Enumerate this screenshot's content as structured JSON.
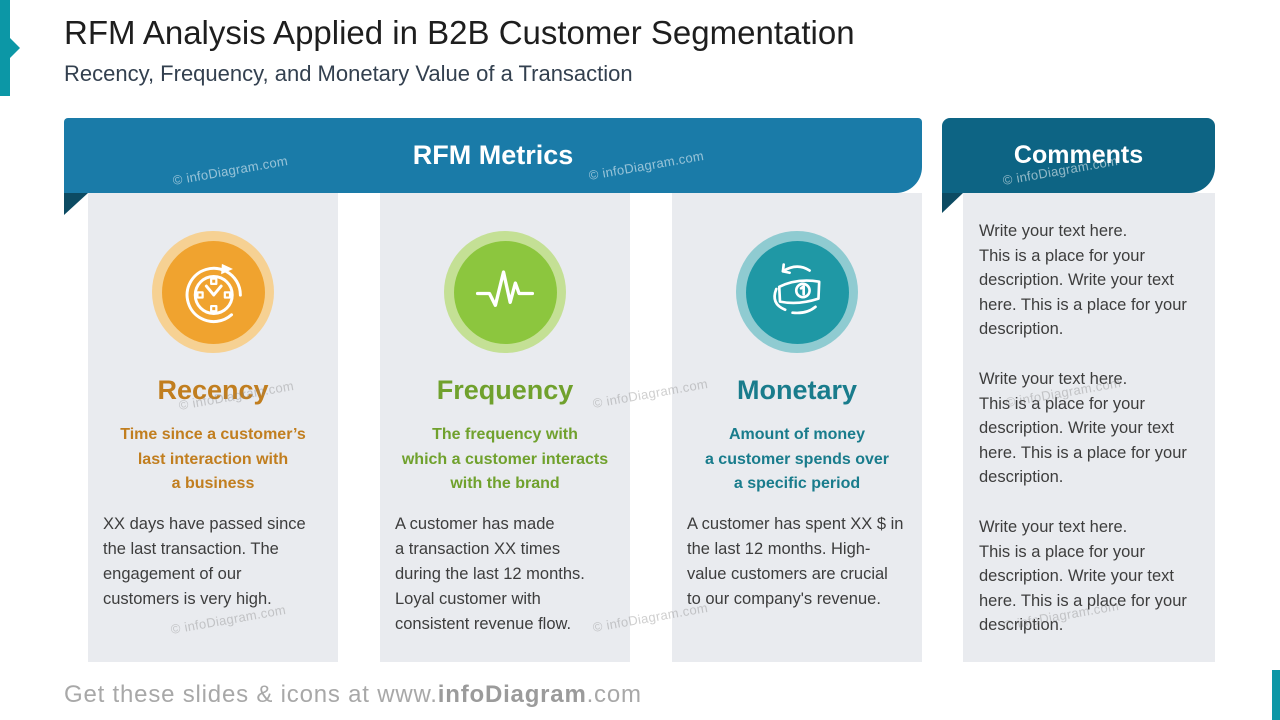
{
  "slide": {
    "title": "RFM Analysis Applied in B2B Customer Segmentation",
    "subtitle": "Recency, Frequency, and Monetary Value of a Transaction",
    "watermark": "© infoDiagram.com",
    "footer": {
      "prefix": "Get these slides & icons at www.",
      "brand": "infoDiagram",
      "suffix": ".com"
    }
  },
  "metrics": {
    "header": "RFM Metrics",
    "columns": [
      {
        "name": "Recency",
        "icon": "clock-history-icon",
        "circle_color": "#F0A32F",
        "ring_color": "#F6D193",
        "text_color": "#C17E1F",
        "heading": "Recency",
        "tagline": "Time since a customer’s\nlast interaction with\na business",
        "body": "XX days have passed since\nthe last transaction. The\nengagement of our\ncustomers is very high."
      },
      {
        "name": "Frequency",
        "icon": "pulse-icon",
        "circle_color": "#8CC63E",
        "ring_color": "#C4E095",
        "text_color": "#70A12D",
        "heading": "Frequency",
        "tagline": "The frequency with\nwhich a customer interacts\nwith the brand",
        "body": "A customer has made\na transaction XX times\nduring the last 12 months.\nLoyal customer with\nconsistent revenue flow."
      },
      {
        "name": "Monetary",
        "icon": "money-circulation-icon",
        "circle_color": "#1F98A5",
        "ring_color": "#8FCBD1",
        "text_color": "#197C8C",
        "heading": "Monetary",
        "tagline": "Amount of money\na customer spends over\na specific period",
        "body": "A customer has spent XX $ in\nthe last 12 months. High-\nvalue customers are crucial\nto our company's revenue."
      }
    ]
  },
  "comments": {
    "header": "Comments",
    "paragraphs": [
      "Write your text here.\nThis is a place for your\ndescription. Write your text\nhere. This is a place for your\ndescription.",
      "Write your text here.\nThis is a place for your\ndescription. Write your text\nhere. This is a place for your\ndescription.",
      "Write your text here.\nThis is a place for your\ndescription. Write your text\nhere. This is a place for your\ndescription."
    ]
  },
  "colors": {
    "metrics_bar": "#1A7BA8",
    "comments_bar": "#0D6484",
    "fold": "#0C4B63",
    "panel_bg": "#E9EBEF",
    "accent_teal": "#0C97A6",
    "body_text": "#3D3D3D"
  }
}
